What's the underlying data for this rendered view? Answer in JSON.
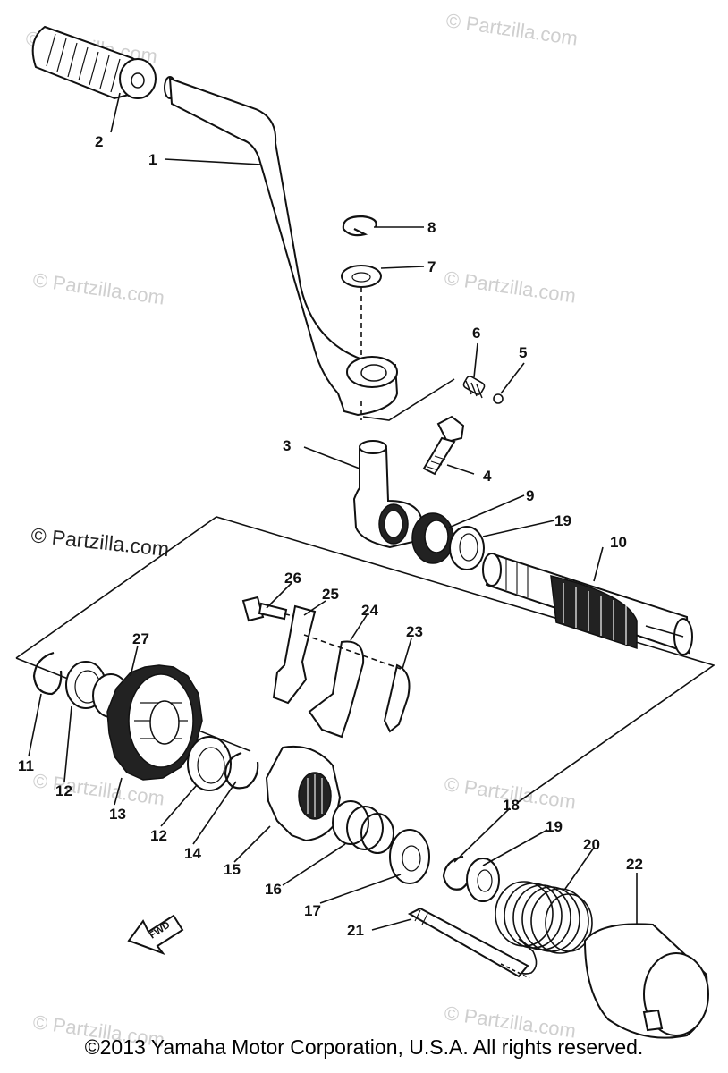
{
  "watermark": {
    "text": "© Partzilla.com"
  },
  "copyright": "©2013 Yamaha Motor Corporation, U.S.A. All rights reserved.",
  "direction_marker": "FWD",
  "callouts": [
    "1",
    "2",
    "3",
    "4",
    "5",
    "6",
    "7",
    "8",
    "9",
    "10",
    "11",
    "12",
    "12",
    "13",
    "14",
    "15",
    "16",
    "17",
    "18",
    "19",
    "19",
    "20",
    "21",
    "22",
    "23",
    "24",
    "25",
    "26",
    "27"
  ]
}
